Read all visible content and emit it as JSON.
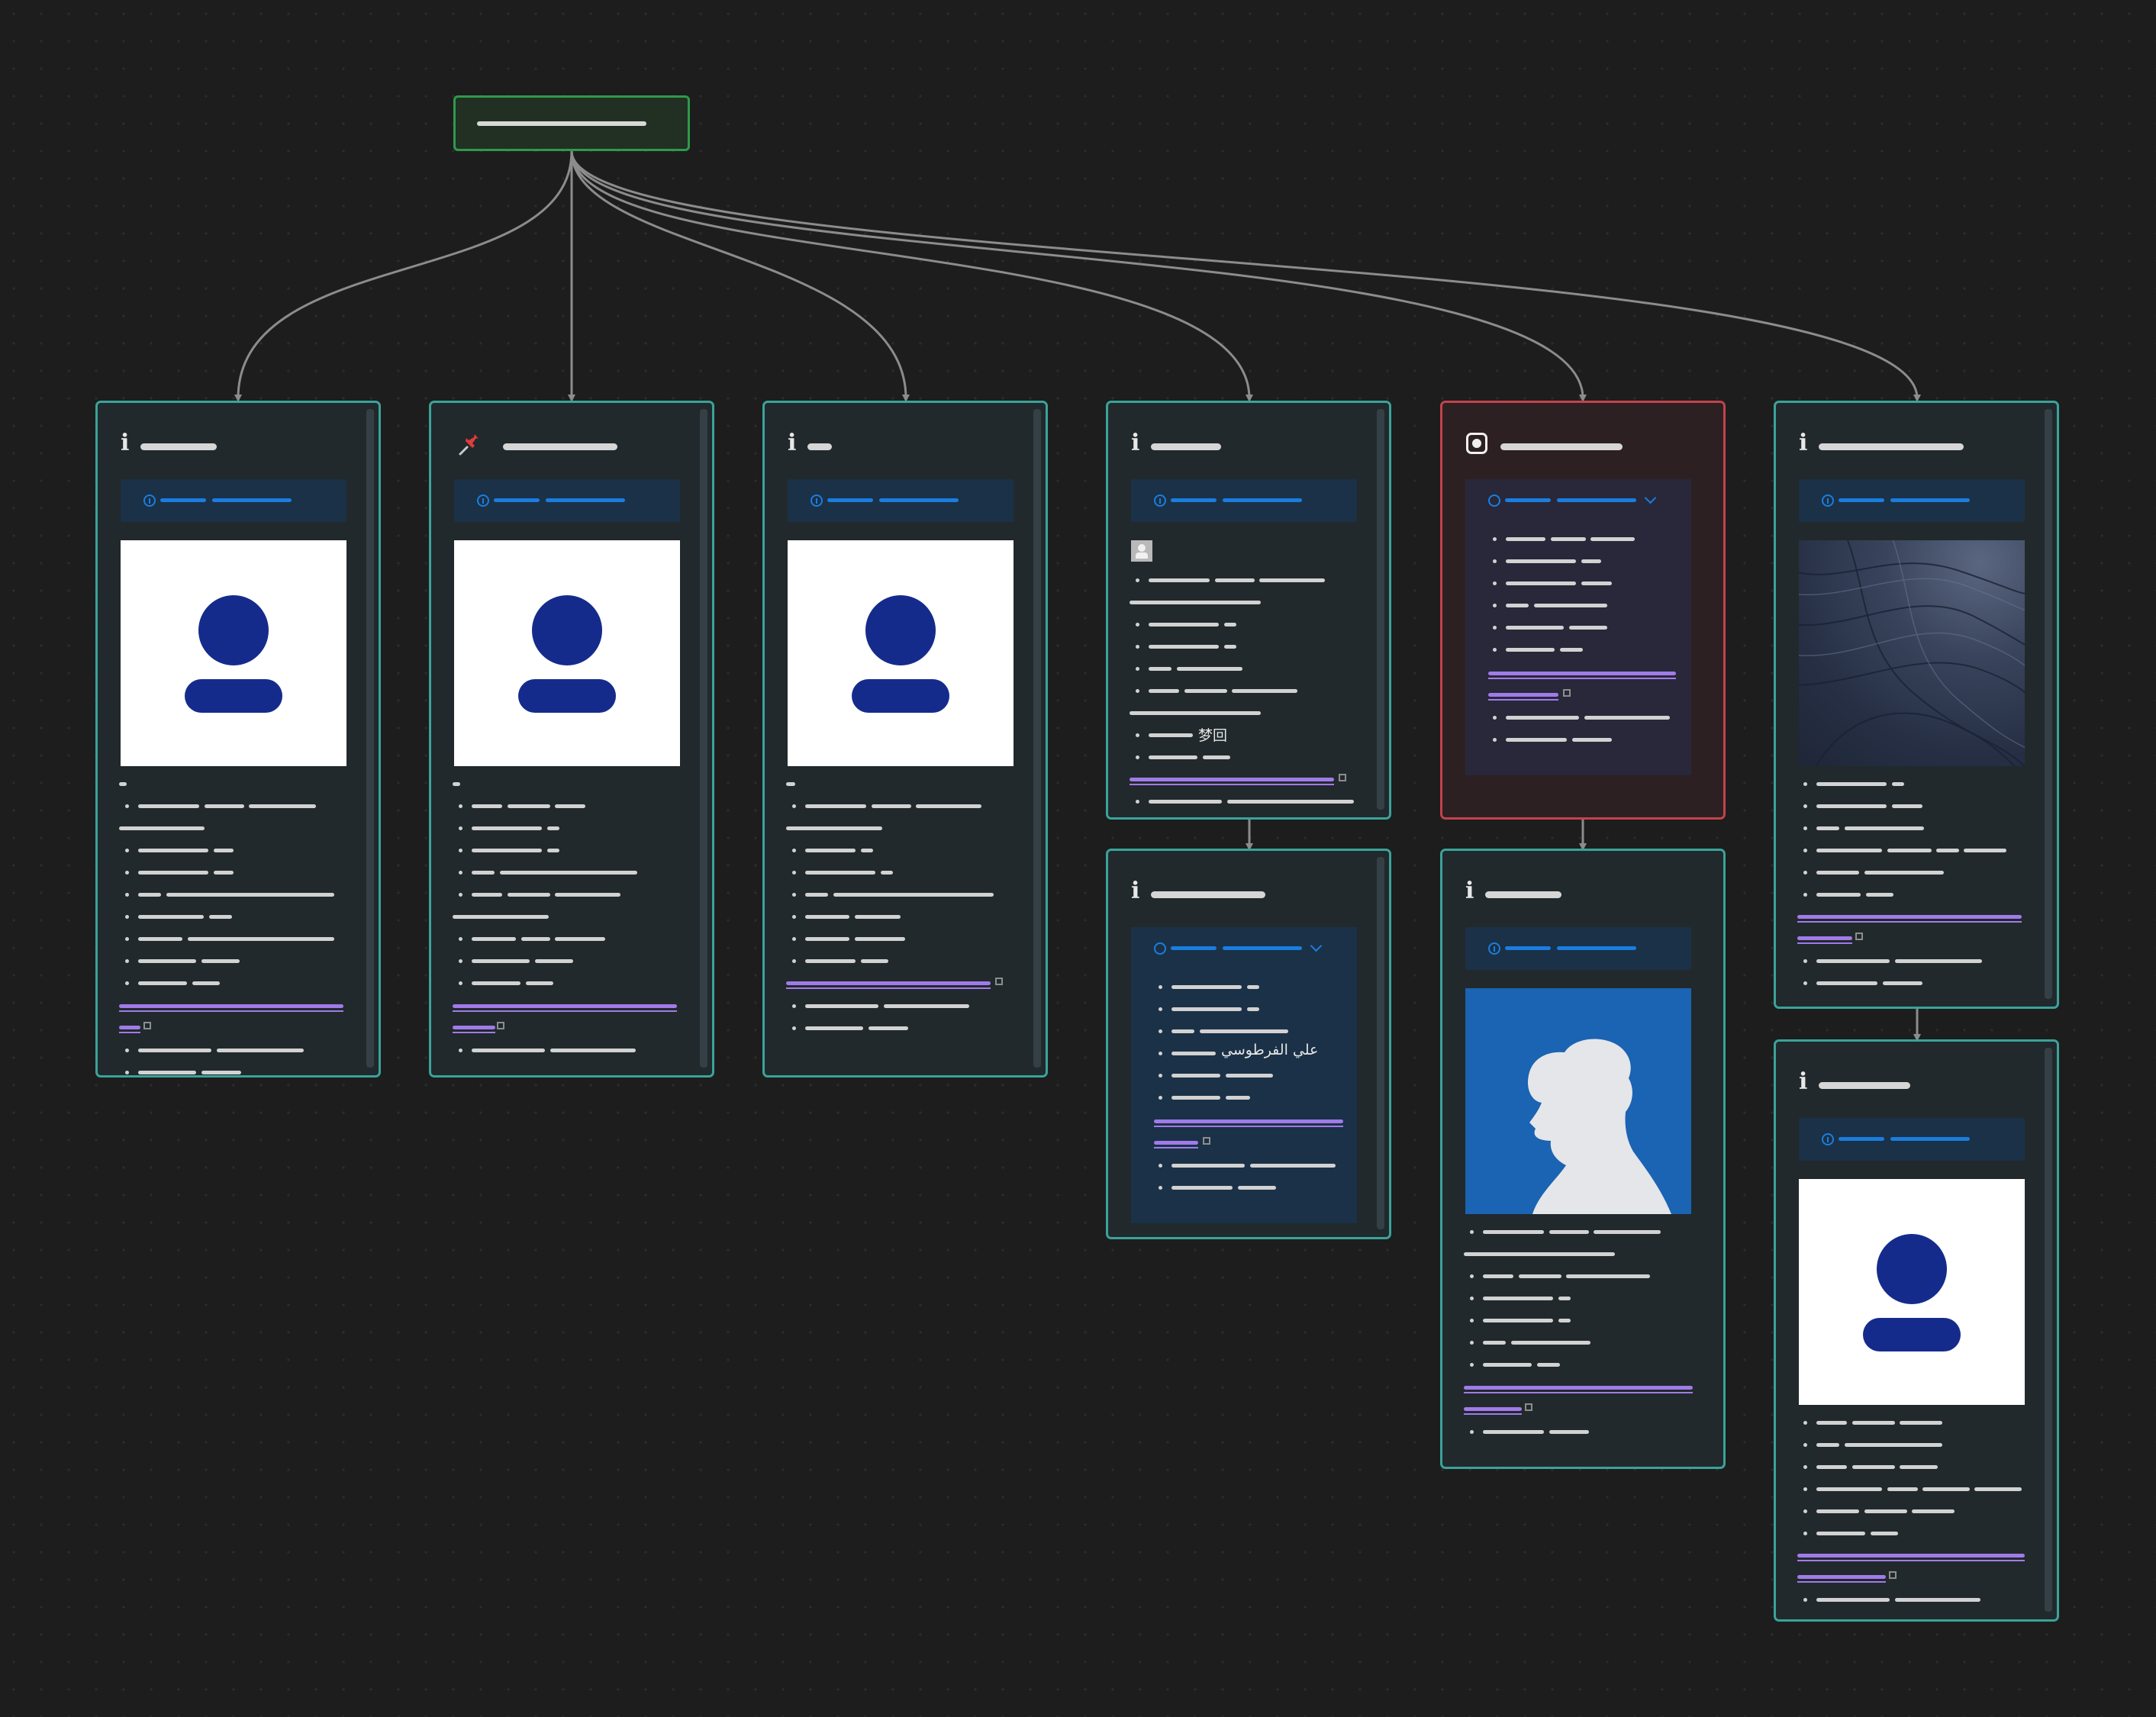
{
  "root": {
    "title": ""
  },
  "special_text": {
    "chinese": "梦回",
    "arabic": "علي الفرطوسي"
  },
  "nodes": [
    {
      "id": "n1",
      "icon": "info-icon",
      "image": "default-avatar"
    },
    {
      "id": "n2",
      "icon": "pin-icon",
      "image": "default-avatar"
    },
    {
      "id": "n3",
      "icon": "info-icon",
      "image": "default-avatar"
    },
    {
      "id": "n4",
      "icon": "info-icon",
      "image": "thumbnail"
    },
    {
      "id": "n5",
      "icon": "record-icon",
      "image": "none",
      "status": "error"
    },
    {
      "id": "n6",
      "icon": "info-icon",
      "image": "dark-texture-photo"
    },
    {
      "id": "n4b",
      "icon": "info-icon",
      "image": "none",
      "parent": "n4"
    },
    {
      "id": "n5b",
      "icon": "info-icon",
      "image": "silhouette",
      "parent": "n5"
    },
    {
      "id": "n6b",
      "icon": "info-icon",
      "image": "default-avatar",
      "parent": "n6"
    }
  ],
  "colors": {
    "background": "#1d1d1d",
    "node_border": "#3aa39a",
    "error_border": "#c2434b",
    "root_border": "#2f9a4a",
    "info_accent": "#1a7de0",
    "link": "#a07be8",
    "avatar": "#152b8c"
  }
}
